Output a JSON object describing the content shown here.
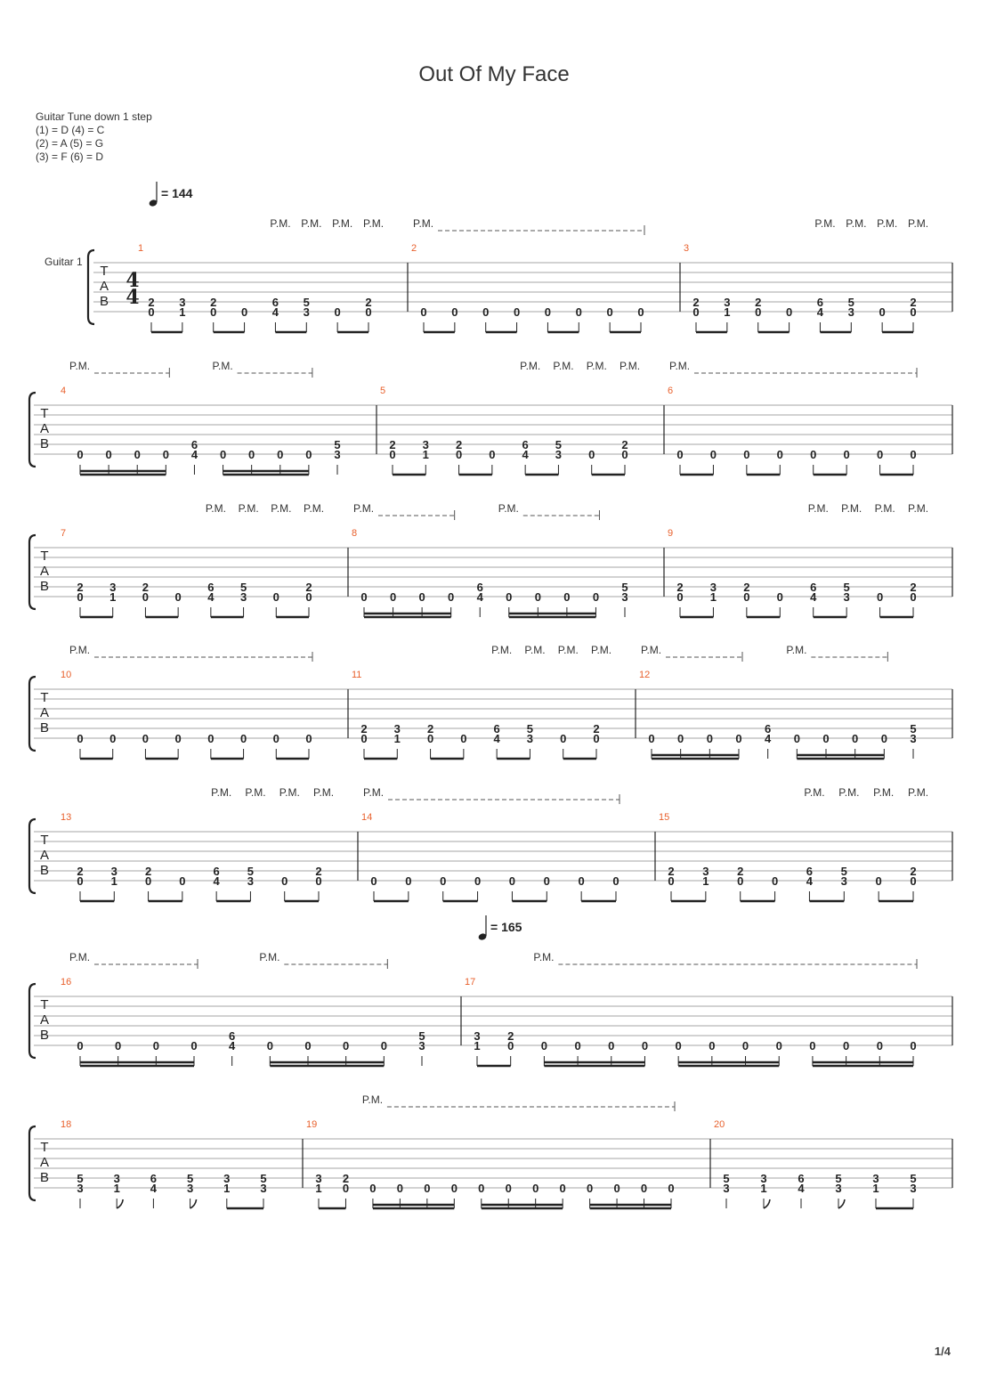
{
  "title": "Out Of My Face",
  "tuning": {
    "heading": "Guitar Tune down 1 step",
    "lines": [
      "(1) = D (4) = C",
      "(2) = A (5) = G",
      "(3) = F  (6) = D"
    ]
  },
  "instrument": "Guitar 1",
  "time_signature": {
    "top": "4",
    "bottom": "4"
  },
  "tab_letters": [
    "T",
    "A",
    "B"
  ],
  "pm_label": "P.M.",
  "page_number": "1/4",
  "riffs": {
    "A": {
      "beam": "eighth",
      "events": [
        [
          "2",
          "0"
        ],
        [
          "3",
          "1"
        ],
        [
          "2",
          "0"
        ],
        [
          null,
          "0"
        ],
        [
          "6",
          "4"
        ],
        [
          "5",
          "3"
        ],
        [
          null,
          "0"
        ],
        [
          "2",
          "0"
        ]
      ],
      "pm": [
        [
          "single",
          4
        ],
        [
          "single",
          5
        ],
        [
          "single",
          6
        ],
        [
          "single",
          7
        ]
      ]
    },
    "B": {
      "beam": "eighth",
      "events": [
        [
          null,
          "0"
        ],
        [
          null,
          "0"
        ],
        [
          null,
          "0"
        ],
        [
          null,
          "0"
        ],
        [
          null,
          "0"
        ],
        [
          null,
          "0"
        ],
        [
          null,
          "0"
        ],
        [
          null,
          "0"
        ]
      ],
      "pm": [
        [
          "line",
          0,
          7
        ]
      ]
    },
    "C": {
      "beam": "c",
      "events": [
        [
          null,
          "0"
        ],
        [
          null,
          "0"
        ],
        [
          null,
          "0"
        ],
        [
          null,
          "0"
        ],
        [
          "6",
          "4"
        ],
        [
          null,
          "0"
        ],
        [
          null,
          "0"
        ],
        [
          null,
          "0"
        ],
        [
          null,
          "0"
        ],
        [
          "5",
          "3"
        ]
      ],
      "pm": [
        [
          "line",
          0,
          3
        ],
        [
          "line",
          5,
          8
        ]
      ]
    },
    "D": {
      "beam": "d",
      "events": [
        [
          "3",
          "1"
        ],
        [
          "2",
          "0"
        ],
        [
          null,
          "0"
        ],
        [
          null,
          "0"
        ],
        [
          null,
          "0"
        ],
        [
          null,
          "0"
        ],
        [
          null,
          "0"
        ],
        [
          null,
          "0"
        ],
        [
          null,
          "0"
        ],
        [
          null,
          "0"
        ],
        [
          null,
          "0"
        ],
        [
          null,
          "0"
        ],
        [
          null,
          "0"
        ],
        [
          null,
          "0"
        ]
      ],
      "pm": [
        [
          "line",
          2,
          13
        ]
      ]
    },
    "E": {
      "beam": "e",
      "events": [
        [
          "5",
          "3"
        ],
        [
          "3",
          "1"
        ],
        [
          "6",
          "4"
        ],
        [
          "5",
          "3"
        ],
        [
          "3",
          "1"
        ],
        [
          "5",
          "3"
        ]
      ],
      "pm": []
    }
  },
  "systems": [
    {
      "measures": [
        {
          "num": "1",
          "riff": "A"
        },
        {
          "num": "2",
          "riff": "B"
        },
        {
          "num": "3",
          "riff": "A"
        }
      ],
      "tempo": {
        "value": "= 144"
      }
    },
    {
      "measures": [
        {
          "num": "4",
          "riff": "C"
        },
        {
          "num": "5",
          "riff": "A"
        },
        {
          "num": "6",
          "riff": "B"
        }
      ]
    },
    {
      "measures": [
        {
          "num": "7",
          "riff": "A"
        },
        {
          "num": "8",
          "riff": "C"
        },
        {
          "num": "9",
          "riff": "A"
        }
      ]
    },
    {
      "measures": [
        {
          "num": "10",
          "riff": "B"
        },
        {
          "num": "11",
          "riff": "A"
        },
        {
          "num": "12",
          "riff": "C"
        }
      ]
    },
    {
      "measures": [
        {
          "num": "13",
          "riff": "A"
        },
        {
          "num": "14",
          "riff": "B"
        },
        {
          "num": "15",
          "riff": "A"
        }
      ]
    },
    {
      "measures": [
        {
          "num": "16",
          "riff": "C"
        },
        {
          "num": "17",
          "riff": "D"
        }
      ],
      "tempo": {
        "value": "= 165"
      }
    },
    {
      "measures": [
        {
          "num": "18",
          "riff": "E"
        },
        {
          "num": "19",
          "riff": "D"
        },
        {
          "num": "20",
          "riff": "E"
        }
      ]
    }
  ]
}
